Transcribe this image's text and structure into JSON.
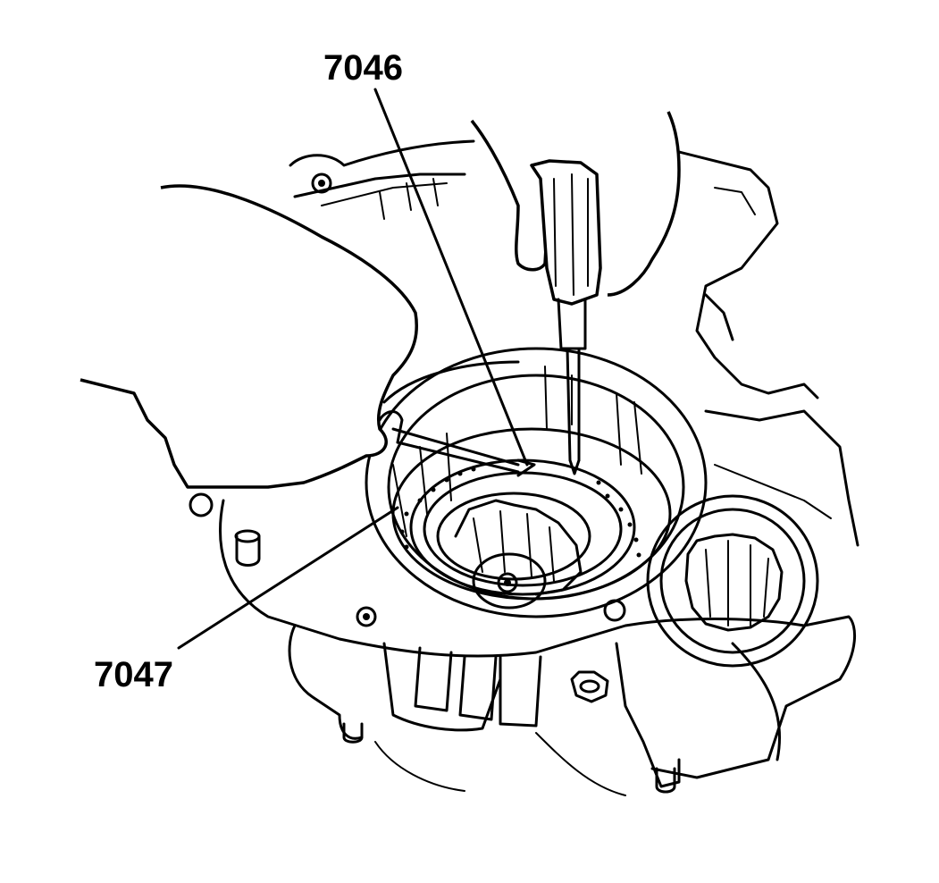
{
  "callouts": [
    {
      "id": "7046",
      "text": "7046"
    },
    {
      "id": "7047",
      "text": "7047"
    }
  ],
  "colors": {
    "line": "#000000",
    "background": "#ffffff"
  }
}
